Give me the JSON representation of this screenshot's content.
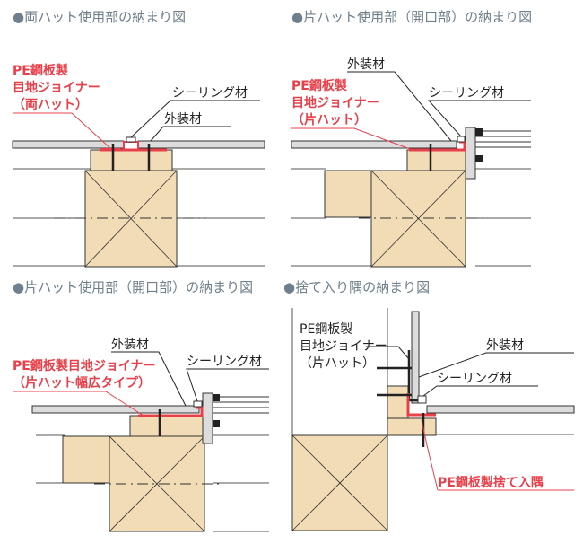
{
  "panels": [
    {
      "title": "●両ハット使用部の納まり図",
      "red_label": [
        "PE鋼板製",
        "目地ジョイナー",
        "（両ハット）"
      ],
      "sealing": "シーリング材",
      "exterior": "外装材"
    },
    {
      "title": "●片ハット使用部（開口部）の納まり図",
      "red_label": [
        "PE鋼板製",
        "目地ジョイナー",
        "（片ハット）"
      ],
      "sealing": "シーリング材",
      "exterior": "外装材"
    },
    {
      "title": "●片ハット使用部（開口部）の納まり図",
      "red_label": [
        "PE鋼板製目地ジョイナー",
        "（片ハット幅広タイプ）"
      ],
      "sealing": "シーリング材",
      "exterior": "外装材"
    },
    {
      "title": "●捨て入り隅の納まり図",
      "black_label": [
        "PE鋼板製",
        "目地ジョイナー",
        "（片ハット）"
      ],
      "sealing": "シーリング材",
      "exterior": "外装材",
      "red_label": "PE鋼板製捨て入隅"
    }
  ],
  "colors": {
    "wood": "#f2dcb6",
    "outline": "#333333",
    "panel": "#dcdcdc",
    "joiner": "#e8404a",
    "title": "#6f7f8b"
  }
}
